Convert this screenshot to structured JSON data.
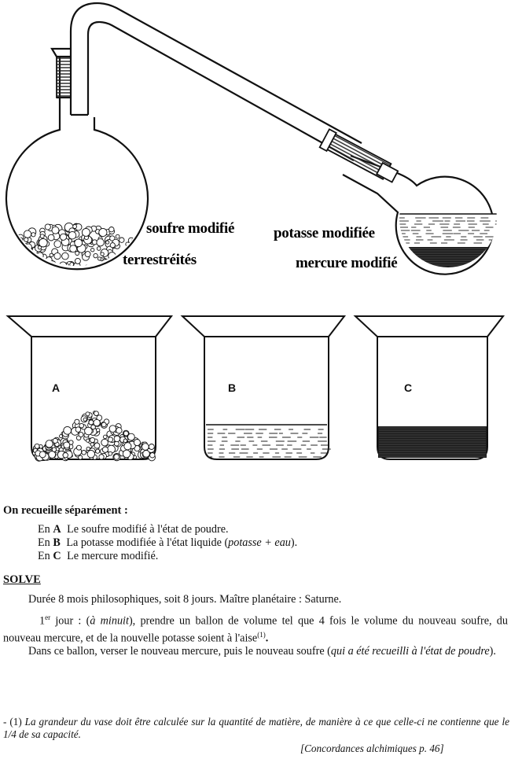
{
  "apparatus": {
    "labels": {
      "sulfur": "soufre modifié",
      "earths": "terrestréités",
      "potash": "potasse modifiée",
      "mercury": "mercure modifié"
    },
    "beakers": [
      "A",
      "B",
      "C"
    ]
  },
  "collection": {
    "heading": "On recueille séparément :",
    "items": [
      {
        "prefix": "En",
        "letter": "A",
        "text": "Le soufre modifié à l'état de poudre."
      },
      {
        "prefix": "En",
        "letter": "B",
        "text_before": "La potasse modifiée à l'état liquide (",
        "text_italic": "potasse + eau",
        "text_after": ")."
      },
      {
        "prefix": "En",
        "letter": "C",
        "text": "Le mercure modifié."
      }
    ]
  },
  "solve": {
    "heading": "SOLVE",
    "p1": "Durée 8 mois philosophiques, soit 8 jours. Maître planétaire : Saturne.",
    "p2_ordinal": "1",
    "p2_sup": "er",
    "p2_a": " jour : (",
    "p2_italic": "à minuit",
    "p2_b": "), prendre un ballon de volume tel que 4 fois le volume du nouveau soufre, du nouveau mercure, et de la nouvelle potasse soient à l'aise",
    "p2_note": "(1)",
    "p2_end": ".",
    "p3_a": "Dans ce ballon, verser le nouveau mercure, puis le nouveau soufre (",
    "p3_italic": "qui a été recueilli à l'état de poudre",
    "p3_b": ")."
  },
  "footnote": {
    "marker": " - (1) ",
    "text": "La grandeur du vase doit être calculée sur la quantité de matière, de manière à ce que celle-ci ne contienne que le 1/4 de sa capacité.",
    "reference": "[Concordances alchimiques p. 46]"
  }
}
